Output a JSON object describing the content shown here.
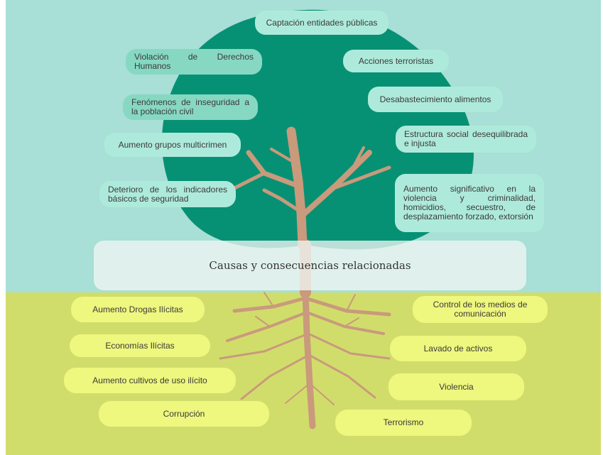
{
  "center_title": "Causas y consecuencias relacionadas",
  "colors": {
    "sky": "#a8dfd6",
    "ground": "#d1dd6b",
    "crown": "#079174",
    "trunk": "#c99a7c",
    "crown_pill": "#87d8c3",
    "ground_pill": "#eef77e"
  },
  "consequences": [
    "Captación entidades públicas",
    "Violación de Derechos Humanos",
    "Acciones terroristas",
    "Fenómenos de inseguridad a la población civil",
    "Desabastecimiento alimentos",
    "Aumento grupos multicrimen",
    "Estructura social desequilibrada e injusta",
    "Deterioro de los indicadores básicos de seguridad",
    "Aumento significativo en la violencia y criminalidad, homicidios, secuestro, de desplazamiento forzado, extorsión"
  ],
  "causes": [
    "Aumento Drogas Ilícitas",
    "Control de los medios de comunicación",
    "Economías Ilícitas",
    "Lavado de activos",
    "Aumento cultivos de uso ilícito",
    "Violencia",
    "Corrupción",
    "Terrorismo"
  ]
}
